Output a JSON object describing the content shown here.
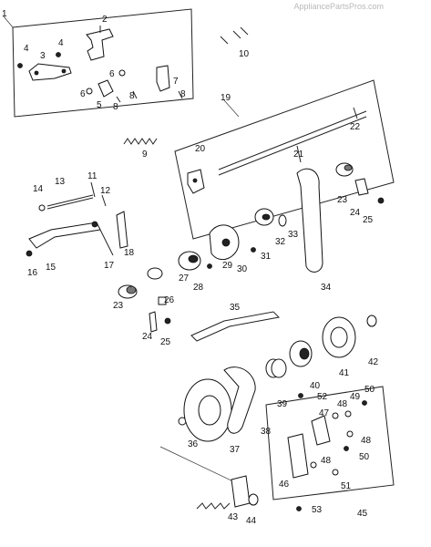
{
  "watermark": "AppliancePartsPros.com",
  "labels": {
    "p1": "1",
    "p2": "2",
    "p3": "3",
    "p4a": "4",
    "p4b": "4",
    "p5": "5",
    "p6a": "6",
    "p6b": "6",
    "p7": "7",
    "p8a": "8",
    "p8b": "8",
    "p8c": "8",
    "p9": "9",
    "p10": "10",
    "p11": "11",
    "p12": "12",
    "p13": "13",
    "p14": "14",
    "p15": "15",
    "p16": "16",
    "p17": "17",
    "p18": "18",
    "p19": "19",
    "p20": "20",
    "p21": "21",
    "p22": "22",
    "p23a": "23",
    "p23b": "23",
    "p24a": "24",
    "p24b": "24",
    "p25a": "25",
    "p25b": "25",
    "p26": "26",
    "p27": "27",
    "p28": "28",
    "p29": "29",
    "p30": "30",
    "p31": "31",
    "p32": "32",
    "p33": "33",
    "p34": "34",
    "p35": "35",
    "p36": "36",
    "p37": "37",
    "p38": "38",
    "p39": "39",
    "p40": "40",
    "p41": "41",
    "p42": "42",
    "p43": "43",
    "p44": "44",
    "p45": "45",
    "p46": "46",
    "p47": "47",
    "p48a": "48",
    "p48b": "48",
    "p48c": "48",
    "p49": "49",
    "p50a": "50",
    "p50b": "50",
    "p51": "51",
    "p52": "52",
    "p53": "53"
  }
}
